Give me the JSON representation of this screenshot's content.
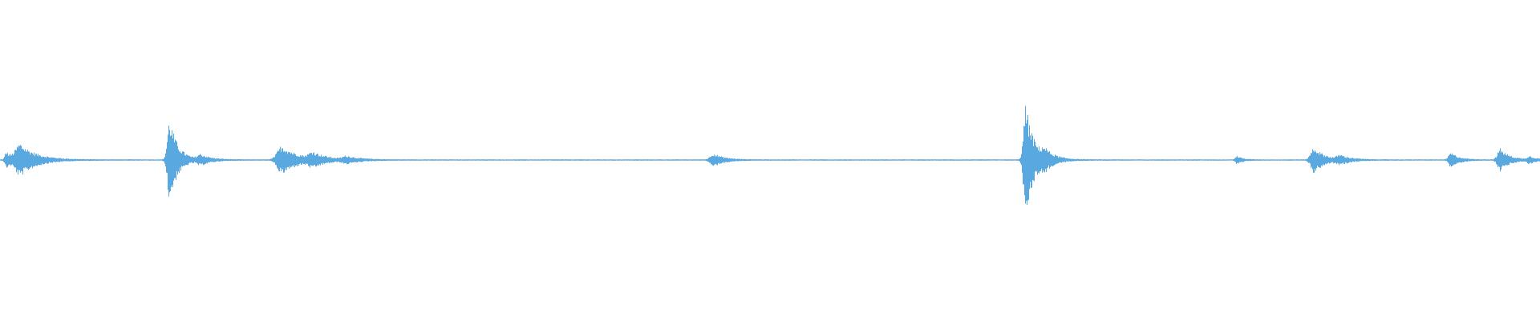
{
  "waveform": {
    "color": "#5aa8e0",
    "background": "#ffffff",
    "duration_fraction_note": "",
    "bursts": [
      {
        "center": 0.004,
        "amp": 0.05,
        "width": 0.004
      },
      {
        "center": 0.013,
        "amp": 0.1,
        "width": 0.012
      },
      {
        "center": 0.11,
        "amp": 0.26,
        "width": 0.006
      },
      {
        "center": 0.13,
        "amp": 0.03,
        "width": 0.008
      },
      {
        "center": 0.183,
        "amp": 0.09,
        "width": 0.012
      },
      {
        "center": 0.203,
        "amp": 0.04,
        "width": 0.01
      },
      {
        "center": 0.225,
        "amp": 0.02,
        "width": 0.01
      },
      {
        "center": 0.463,
        "amp": 0.04,
        "width": 0.008
      },
      {
        "center": 0.666,
        "amp": 0.35,
        "width": 0.006
      },
      {
        "center": 0.678,
        "amp": 0.05,
        "width": 0.008
      },
      {
        "center": 0.803,
        "amp": 0.025,
        "width": 0.004
      },
      {
        "center": 0.853,
        "amp": 0.08,
        "width": 0.008
      },
      {
        "center": 0.87,
        "amp": 0.025,
        "width": 0.008
      },
      {
        "center": 0.942,
        "amp": 0.045,
        "width": 0.006
      },
      {
        "center": 0.974,
        "amp": 0.07,
        "width": 0.007
      },
      {
        "center": 0.993,
        "amp": 0.02,
        "width": 0.006
      }
    ],
    "noise_floor": 0.004
  }
}
